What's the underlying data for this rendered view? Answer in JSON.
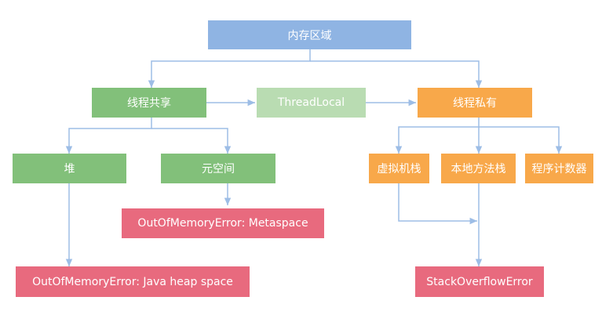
{
  "colors": {
    "root": "#8fb4e3",
    "shared": "#82c07a",
    "threadlocal": "#b9dcb2",
    "private": "#f8a84a",
    "error": "#e86a7e",
    "edge": "#9dbde6"
  },
  "nodes": {
    "root": "内存区域",
    "shared": "线程共享",
    "threadlocal": "ThreadLocal",
    "private": "线程私有",
    "heap": "堆",
    "metaspace": "元空间",
    "metaspace_error": "OutOfMemoryError: Metaspace",
    "heap_error": "OutOfMemoryError: Java heap space",
    "vm_stack": "虚拟机栈",
    "native_stack": "本地方法栈",
    "pc_register": "程序计数器",
    "stack_error": "StackOverflowError"
  }
}
